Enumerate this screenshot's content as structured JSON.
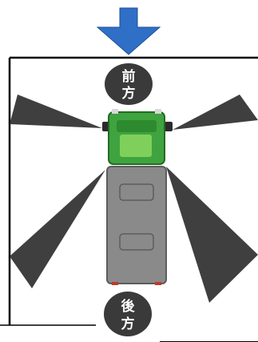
{
  "labels": {
    "front_line1": "前",
    "front_line2": "方",
    "rear_line1": "後",
    "rear_line2": "方"
  },
  "icons": {
    "direction_arrow": "down-arrow-icon",
    "vehicle": "truck-top-view-icon",
    "blind_spots": "blind-spot-wedge"
  },
  "colors": {
    "arrow": "#2f6fc6",
    "frame": "#000000",
    "label_bubble": "#3a3a3a",
    "label_text": "#ffffff",
    "blind_spot": "#3f3f3f",
    "cab_green": "#3fa33f",
    "cab_light": "#7fd05a",
    "cargo_body": "#8a8a8a",
    "cargo_outline": "#5c5c5c"
  }
}
